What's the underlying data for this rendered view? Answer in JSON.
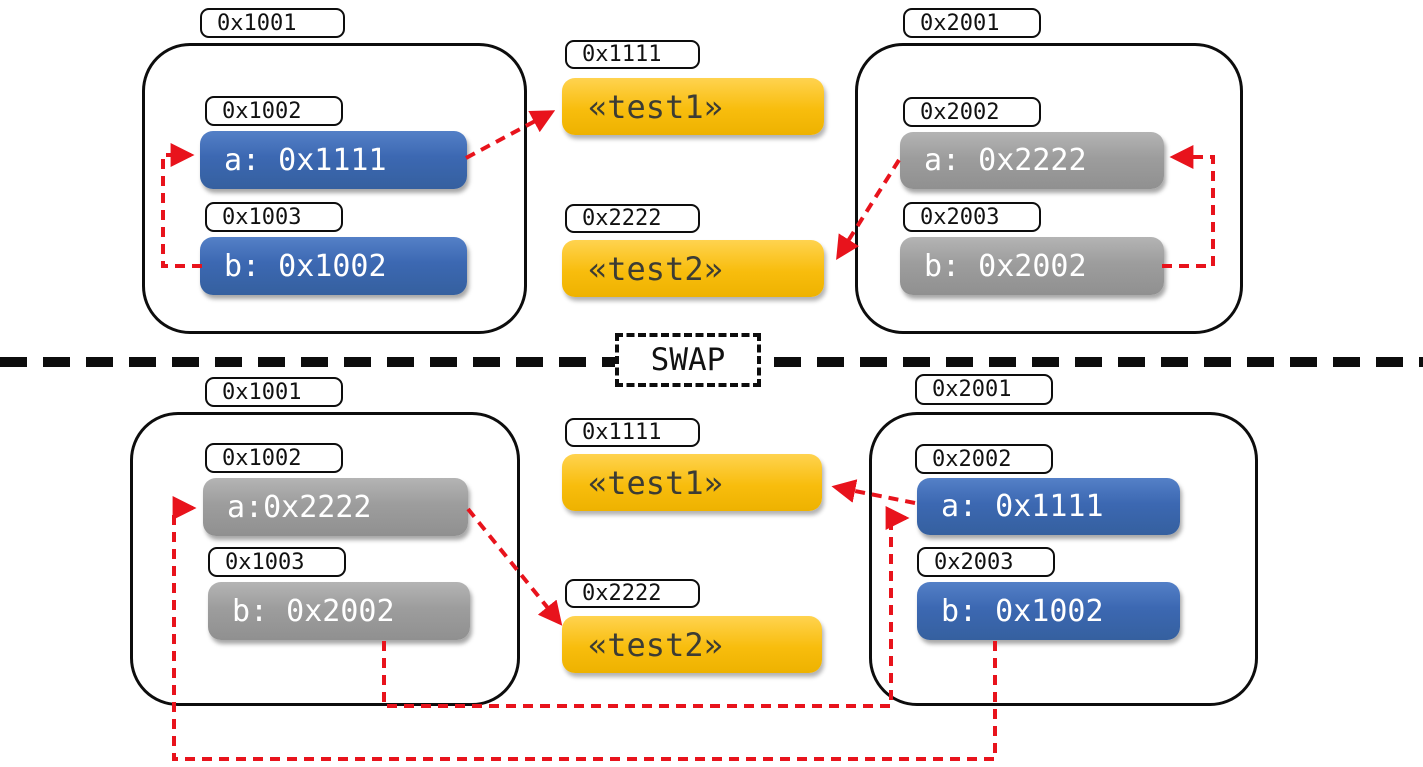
{
  "divider": {
    "label": "SWAP"
  },
  "colors": {
    "pointer_arrow_red": "#e8131c",
    "slot_blue": "#3c68b2",
    "slot_gray": "#9d9d9d",
    "string_yellow": "#f8bd0d",
    "outline_black": "#0d0d0d"
  },
  "top": {
    "left_object": {
      "address": "0x1001",
      "slots": [
        {
          "address": "0x1002",
          "value": "a: 0x1111",
          "color": "blue"
        },
        {
          "address": "0x1003",
          "value": "b: 0x1002",
          "color": "blue"
        }
      ]
    },
    "right_object": {
      "address": "0x2001",
      "slots": [
        {
          "address": "0x2002",
          "value": "a: 0x2222",
          "color": "gray"
        },
        {
          "address": "0x2003",
          "value": "b: 0x2002",
          "color": "gray"
        }
      ]
    },
    "strings": [
      {
        "address": "0x1111",
        "value": "«test1»"
      },
      {
        "address": "0x2222",
        "value": "«test2»"
      }
    ]
  },
  "bottom": {
    "left_object": {
      "address": "0x1001",
      "slots": [
        {
          "address": "0x1002",
          "value": "a:0x2222",
          "color": "gray"
        },
        {
          "address": "0x1003",
          "value": "b: 0x2002",
          "color": "gray"
        }
      ]
    },
    "right_object": {
      "address": "0x2001",
      "slots": [
        {
          "address": "0x2002",
          "value": "a: 0x1111",
          "color": "blue"
        },
        {
          "address": "0x2003",
          "value": "b: 0x1002",
          "color": "blue"
        }
      ]
    },
    "strings": [
      {
        "address": "0x1111",
        "value": "«test1»"
      },
      {
        "address": "0x2222",
        "value": "«test2»"
      }
    ]
  }
}
